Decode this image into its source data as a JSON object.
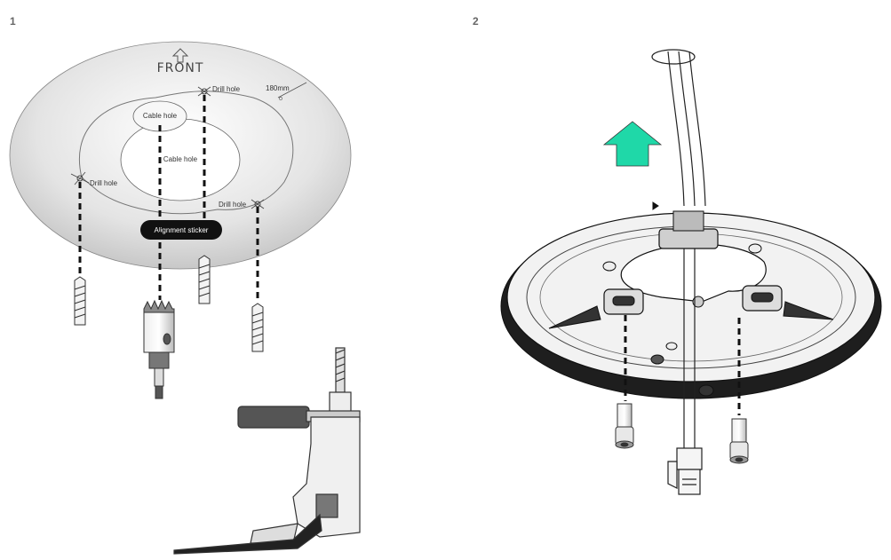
{
  "steps": [
    {
      "number": "1"
    },
    {
      "number": "2"
    }
  ],
  "template": {
    "front_label": "FRONT",
    "dimension_label": "180mm",
    "cable_hole_top": "Cable hole",
    "cable_hole_center": "Cable hole",
    "drill_hole_top": "Drill hole",
    "drill_hole_left": "Drill hole",
    "drill_hole_right": "Drill hole",
    "alignment_sticker": "Alignment sticker"
  },
  "colors": {
    "arrow_up": "#1fd8a8",
    "sticker_bg": "#111111",
    "line": "#1a1a1a"
  },
  "icons": [
    "up-arrow-icon",
    "drill-icon",
    "screw-icon",
    "wall-anchor-icon",
    "hole-saw-icon",
    "ethernet-connector-icon"
  ]
}
